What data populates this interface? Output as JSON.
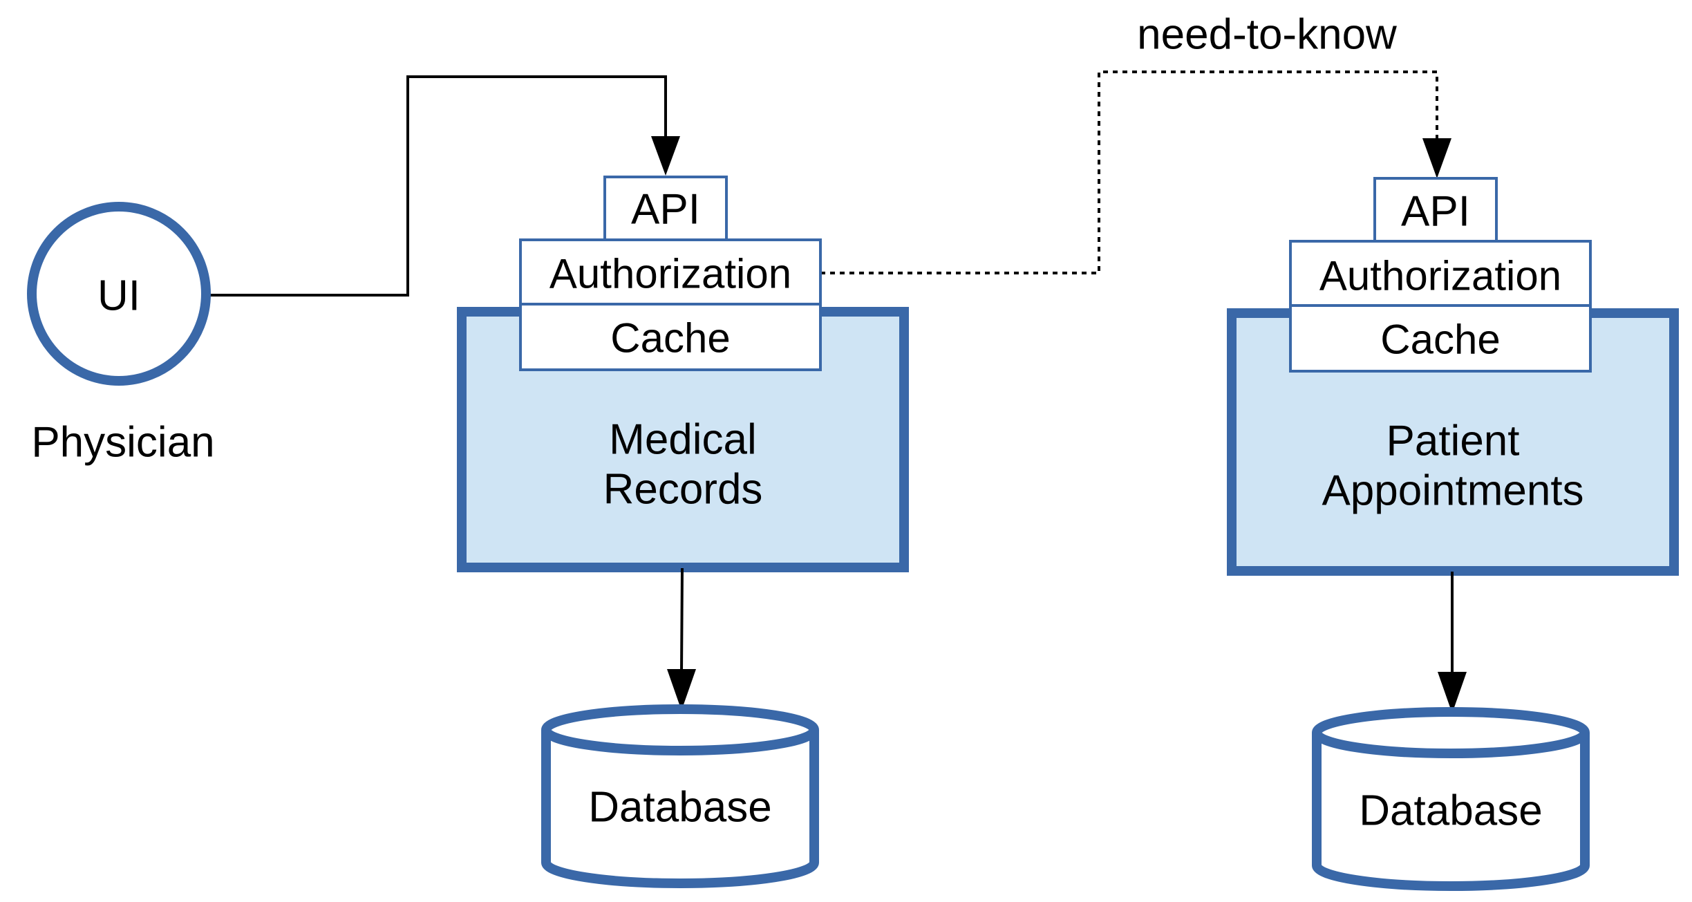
{
  "colors": {
    "service_border": "#3a68a8",
    "service_fill": "#cfe4f4",
    "layer_border": "#3a68a8",
    "layer_fill": "#ffffff",
    "edge": "#000000",
    "background": "#ffffff"
  },
  "actor": {
    "circle_label": "UI",
    "name": "Physician"
  },
  "edges": {
    "trust_label": "need-to-know"
  },
  "services": [
    {
      "name_line1": "Medical",
      "name_line2": "Records",
      "layers": {
        "api": "API",
        "authorization": "Authorization",
        "cache": "Cache"
      },
      "database": "Database"
    },
    {
      "name_line1": "Patient",
      "name_line2": "Appointments",
      "layers": {
        "api": "API",
        "authorization": "Authorization",
        "cache": "Cache"
      },
      "database": "Database"
    }
  ]
}
